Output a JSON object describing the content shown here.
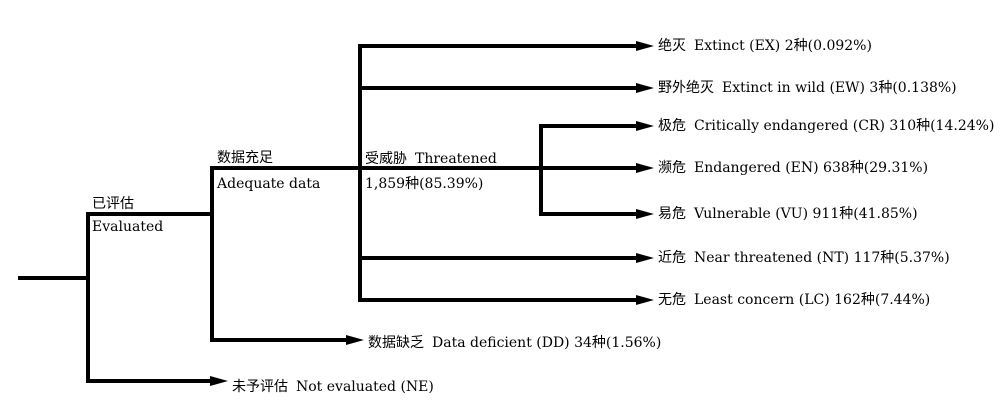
{
  "tree": {
    "evaluated": {
      "zh": "已评估",
      "en": "Evaluated"
    },
    "adequate_data": {
      "zh": "数据充足",
      "en": "Adequate data"
    },
    "threatened": {
      "zh": "受威胁",
      "en": "Threatened",
      "count": "1,859种(85.39%)"
    },
    "leaves": {
      "ex": {
        "zh": "绝灭",
        "en": "Extinct (EX) 2种(0.092%)"
      },
      "ew": {
        "zh": "野外绝灭",
        "en": "Extinct in wild (EW) 3种(0.138%)"
      },
      "cr": {
        "zh": "极危",
        "en": "Critically endangered (CR) 310种(14.24%)"
      },
      "en": {
        "zh": "濒危",
        "en": "Endangered (EN) 638种(29.31%)"
      },
      "vu": {
        "zh": "易危",
        "en": "Vulnerable (VU) 911种(41.85%)"
      },
      "nt": {
        "zh": "近危",
        "en": "Near threatened (NT) 117种(5.37%)"
      },
      "lc": {
        "zh": "无危",
        "en": "Least concern (LC) 162种(7.44%)"
      },
      "dd": {
        "zh": "数据缺乏",
        "en": "Data deficient (DD) 34种(1.56%)"
      },
      "ne": {
        "zh": "未予评估",
        "en": "Not evaluated (NE)"
      }
    }
  }
}
